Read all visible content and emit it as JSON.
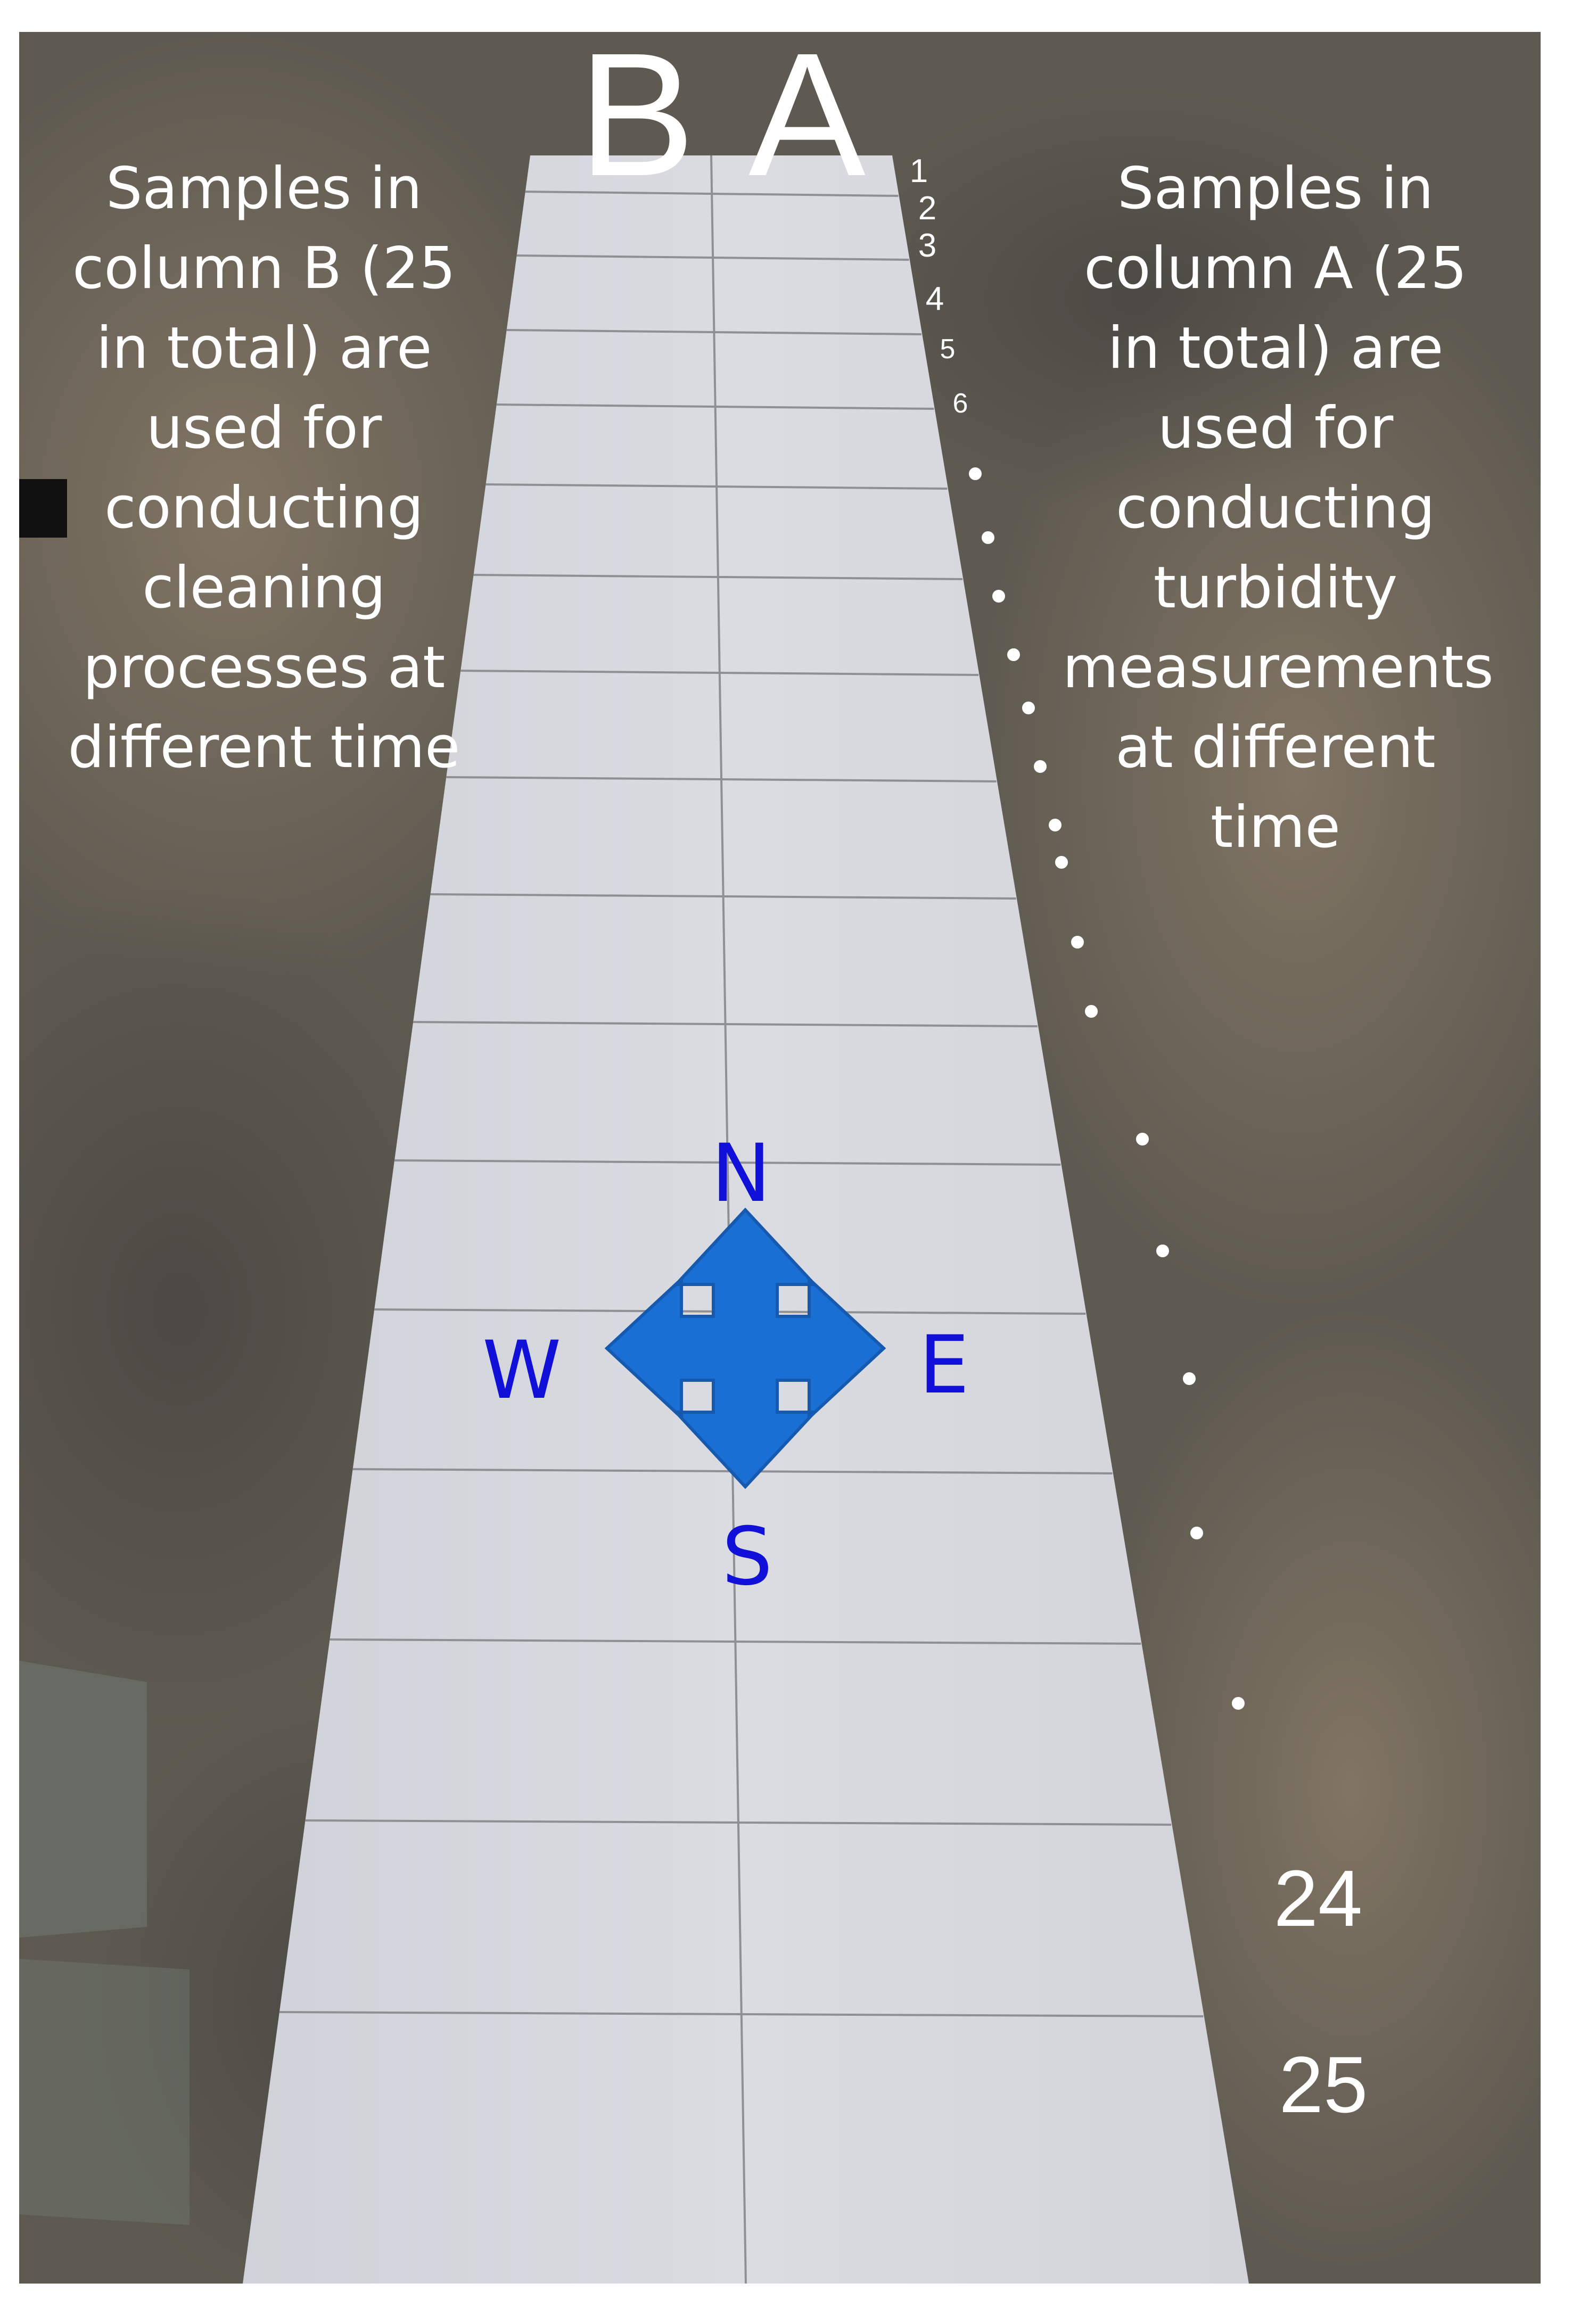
{
  "column_letters": {
    "b": "B",
    "a": "A"
  },
  "captions": {
    "left": "Samples in\ncolumn B (25\nin total) are\nused for\nconducting\ncleaning\nprocesses  at\ndifferent  time",
    "right": "Samples in\ncolumn A (25\nin total) are\nused for\nconducting\nturbidity\nmeasurements\nat different\ntime"
  },
  "row_numbers": [
    "1",
    "2",
    "3",
    "4",
    "5",
    "6",
    "24",
    "25"
  ],
  "compass": {
    "north": "N",
    "south": "S",
    "east": "E",
    "west": "W",
    "arrow_color": "#1a6fd4",
    "letter_color": "#1010d8",
    "icon": "four-way-arrow-icon"
  },
  "colors": {
    "ground": "#5f5a51",
    "samples": "#d6d8de",
    "caption_text": "#ffffff"
  }
}
